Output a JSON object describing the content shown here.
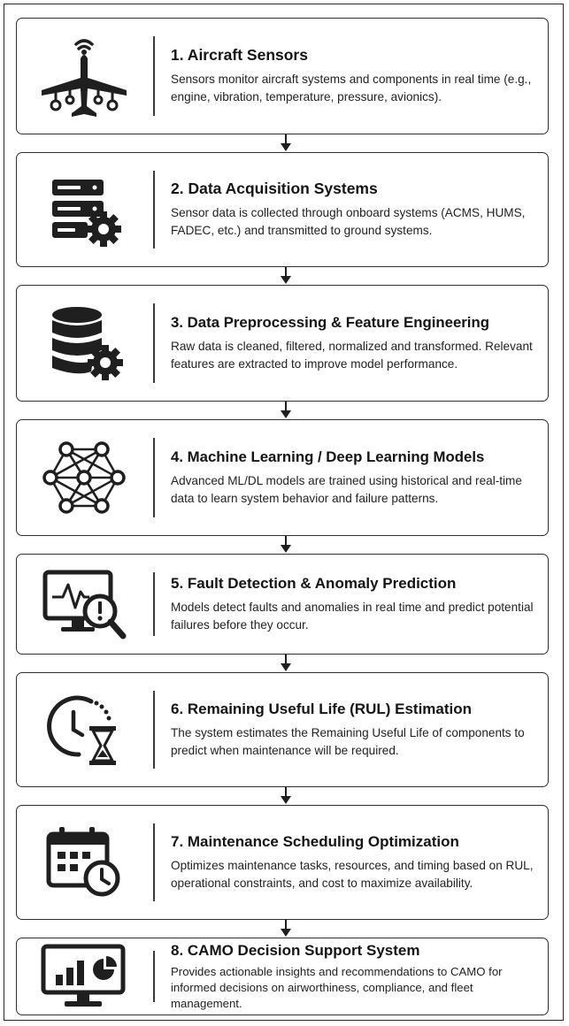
{
  "steps": [
    {
      "title": "1. Aircraft Sensors",
      "description": "Sensors monitor aircraft systems and components in real time (e.g., engine, vibration, temperature, pressure, avionics).",
      "icon": "aircraft-sensor-icon"
    },
    {
      "title": "2. Data Acquisition Systems",
      "description": "Sensor data is collected through onboard systems (ACMS, HUMS, FADEC, etc.) and transmitted to ground systems.",
      "icon": "server-gear-icon"
    },
    {
      "title": "3. Data Preprocessing & Feature Engineering",
      "description": "Raw data is cleaned, filtered, normalized and transformed. Relevant features are extracted to improve model performance.",
      "icon": "database-gear-icon"
    },
    {
      "title": "4. Machine Learning / Deep Learning Models",
      "description": "Advanced ML/DL models are trained using historical and real-time data to learn system behavior and failure patterns.",
      "icon": "neural-network-icon"
    },
    {
      "title": "5. Fault Detection & Anomaly Prediction",
      "description": "Models detect faults and anomalies in real time and predict potential failures before they occur.",
      "icon": "monitor-magnifier-alert-icon"
    },
    {
      "title": "6. Remaining Useful Life (RUL) Estimation",
      "description": "The system estimates the Remaining Useful Life of components to predict when maintenance will be required.",
      "icon": "clock-hourglass-icon"
    },
    {
      "title": "7. Maintenance Scheduling Optimization",
      "description": "Optimizes maintenance tasks, resources, and timing based on RUL, operational constraints, and cost to maximize availability.",
      "icon": "calendar-clock-icon"
    },
    {
      "title": "8. CAMO Decision Support System",
      "description": "Provides actionable insights and recommendations to CAMO for informed decisions on airworthiness, compliance, and fleet management.",
      "icon": "dashboard-monitor-icon"
    }
  ],
  "colors": {
    "ink": "#1f1f1f",
    "border": "#2f2f2f"
  }
}
